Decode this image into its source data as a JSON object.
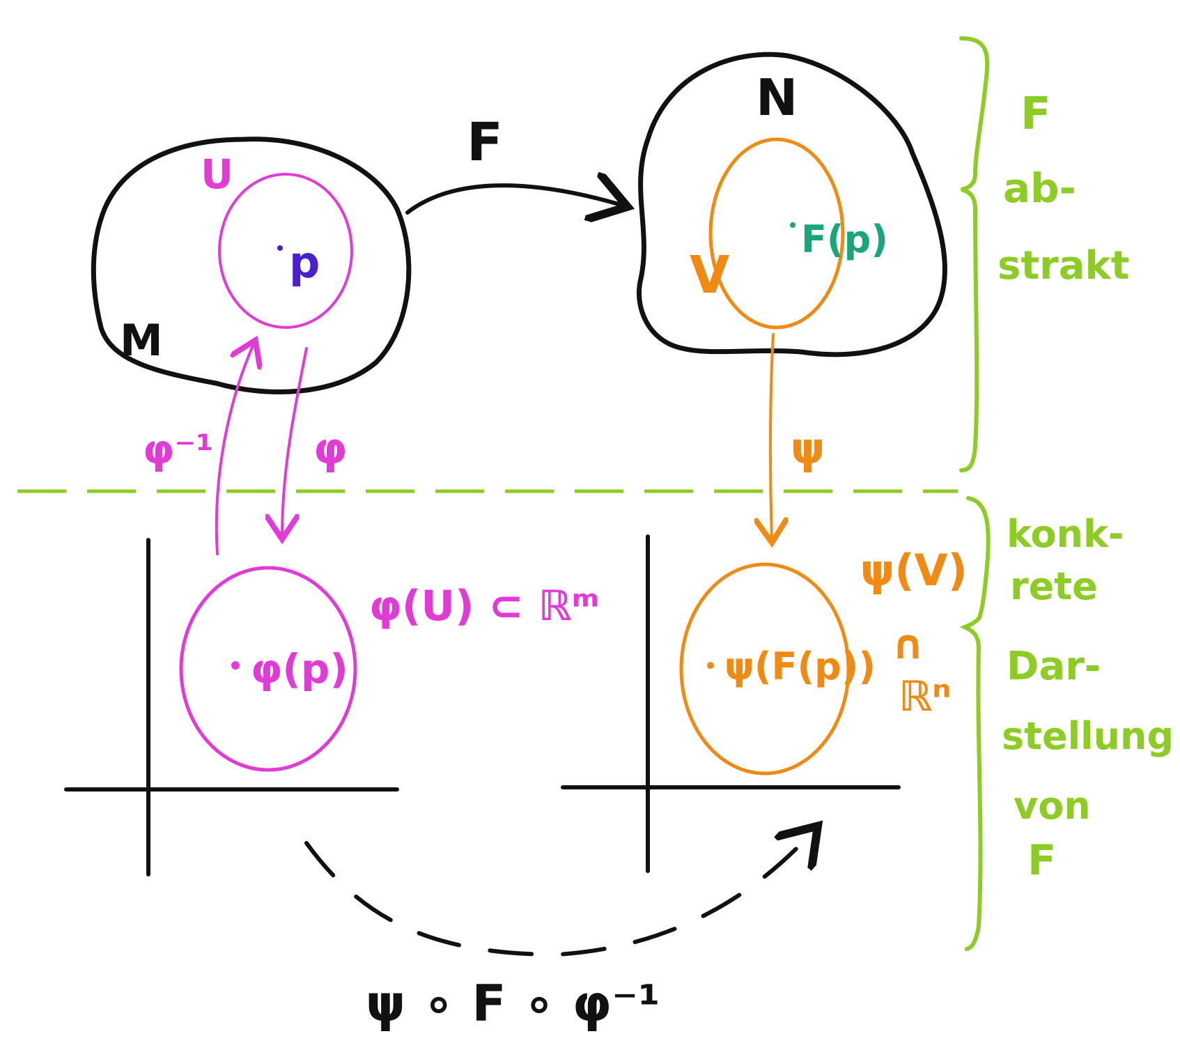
{
  "colors": {
    "black": "#111111",
    "magenta": "#e23ad6",
    "orange": "#f08a12",
    "green": "#8ccc24",
    "blue": "#4a1fd0",
    "teal": "#1aa57a"
  },
  "abstract": {
    "manifold_M": "M",
    "manifold_N": "N",
    "map_F": "F",
    "chart_domain_U": "U",
    "point_p": "p",
    "chart_domain_V": "V",
    "point_Fp": "F(p)",
    "chart_phi": "φ",
    "chart_psi": "ψ",
    "chart_phi_inverse": "φ⁻¹"
  },
  "concrete": {
    "image_U": "φ(U) ⊂ ℝᵐ",
    "point_phip": "φ(p)",
    "image_V": "ψ(V)",
    "subset_symbol": "∩",
    "rn": "ℝⁿ",
    "point_psiFp": "ψ(F(p))",
    "composition": "ψ ∘ F ∘ φ⁻¹"
  },
  "annotations": {
    "group_abstract_line1": "F",
    "group_abstract_line2": "ab-",
    "group_abstract_line3": "strakt",
    "group_concrete_line1": "konk-",
    "group_concrete_line2": "rete",
    "group_concrete_line3": "Dar-",
    "group_concrete_line4": "stellung",
    "group_concrete_line5": "von",
    "group_concrete_line6": "F"
  }
}
